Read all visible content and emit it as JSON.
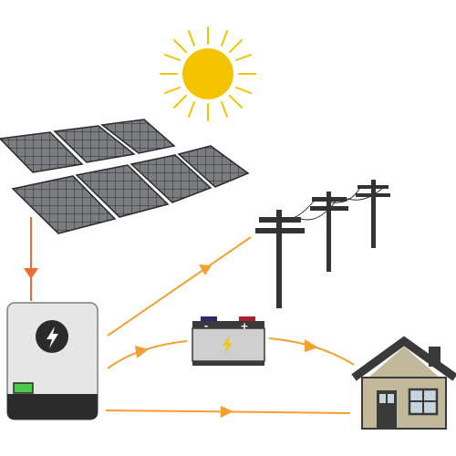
{
  "battery": {
    "minus_symbol": "-",
    "plus_symbol": "+"
  },
  "icons": {
    "sun": "sun-icon",
    "solar_panels": "solar-panel-icon",
    "inverter": "inverter-icon",
    "lightning": "lightning-bolt-icon",
    "battery": "battery-icon",
    "utility_poles": "utility-pole-icon",
    "house": "house-icon"
  },
  "colors": {
    "sun": "#f5c400",
    "sun_rays": "#f5c400",
    "panel_cell": "#7b7e80",
    "panel_grid": "#2b2b2b",
    "arrow_panel_to_inverter": "#f06a33",
    "arrow_flow": "#f5a030",
    "inverter_body": "#e6e6e6",
    "inverter_base": "#2b2b2b",
    "inverter_led": "#4cc94c",
    "battery_body": "#cfcfcf",
    "battery_bolt": "#f5c400",
    "pole": "#333333",
    "house_wall": "#c2b89a",
    "house_roof": "#3a3a3a"
  },
  "connections": [
    {
      "from": "solar-panels",
      "to": "inverter"
    },
    {
      "from": "inverter",
      "to": "utility-grid"
    },
    {
      "from": "inverter",
      "to": "battery"
    },
    {
      "from": "battery",
      "to": "house"
    },
    {
      "from": "inverter",
      "to": "house"
    }
  ]
}
